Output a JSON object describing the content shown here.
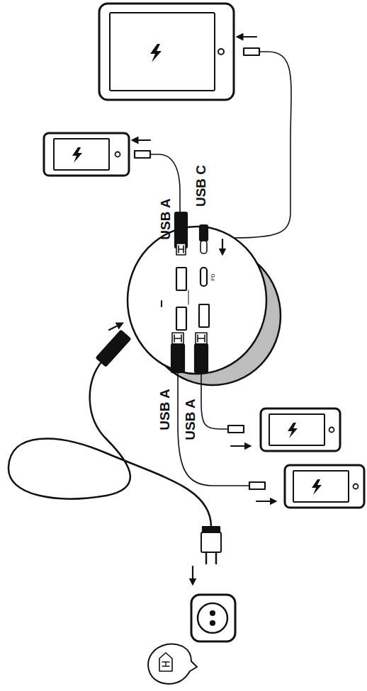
{
  "diagram": {
    "labels": [
      "USB A",
      "USB C",
      "USB A",
      "USB A",
      "PD"
    ]
  }
}
